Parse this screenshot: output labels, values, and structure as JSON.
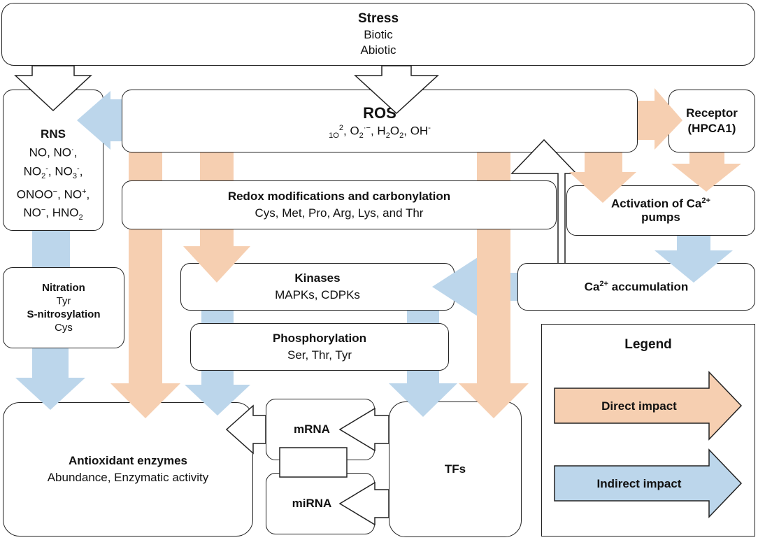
{
  "stress": {
    "title": "Stress",
    "line1": "Biotic",
    "line2": "Abiotic"
  },
  "ros": {
    "title": "ROS",
    "species": [
      "1O",
      "2",
      "O",
      "2",
      "·−",
      "H",
      "2",
      "O",
      "2",
      "OH",
      "-"
    ]
  },
  "rns": {
    "title": "RNS"
  },
  "receptor": {
    "line1": "Receptor",
    "line2": "(HPCA1)"
  },
  "redox": {
    "title": "Redox modifications and carbonylation",
    "residues": "Cys, Met, Pro, Arg, Lys, and Thr"
  },
  "calcium_pumps": {
    "line1": "Activation of Ca",
    "sup": "2+",
    "line2": "pumps"
  },
  "kinases": {
    "title": "Kinases",
    "items": "MAPKs, CDPKs"
  },
  "calcium_accumulation": {
    "pre": "Ca",
    "sup": "2+",
    "post": " accumulation"
  },
  "nitration": {
    "title": "Nitration",
    "residue1": "Tyr",
    "title2": "S-nitrosylation",
    "residue2": "Cys"
  },
  "phosphorylation": {
    "title": "Phosphorylation",
    "residues": "Ser, Thr, Tyr"
  },
  "antioxidant": {
    "title": "Antioxidant enzymes",
    "detail": "Abundance, Enzymatic activity"
  },
  "mrna": {
    "label": "mRNA"
  },
  "mirna": {
    "label": "miRNA"
  },
  "tfs": {
    "label": "TFs"
  },
  "legend": {
    "title": "Legend",
    "direct": "Direct impact",
    "indirect": "Indirect impact"
  },
  "colors": {
    "direct": "#f6cfb1",
    "indirect": "#bcd6eb",
    "border": "#222222"
  }
}
